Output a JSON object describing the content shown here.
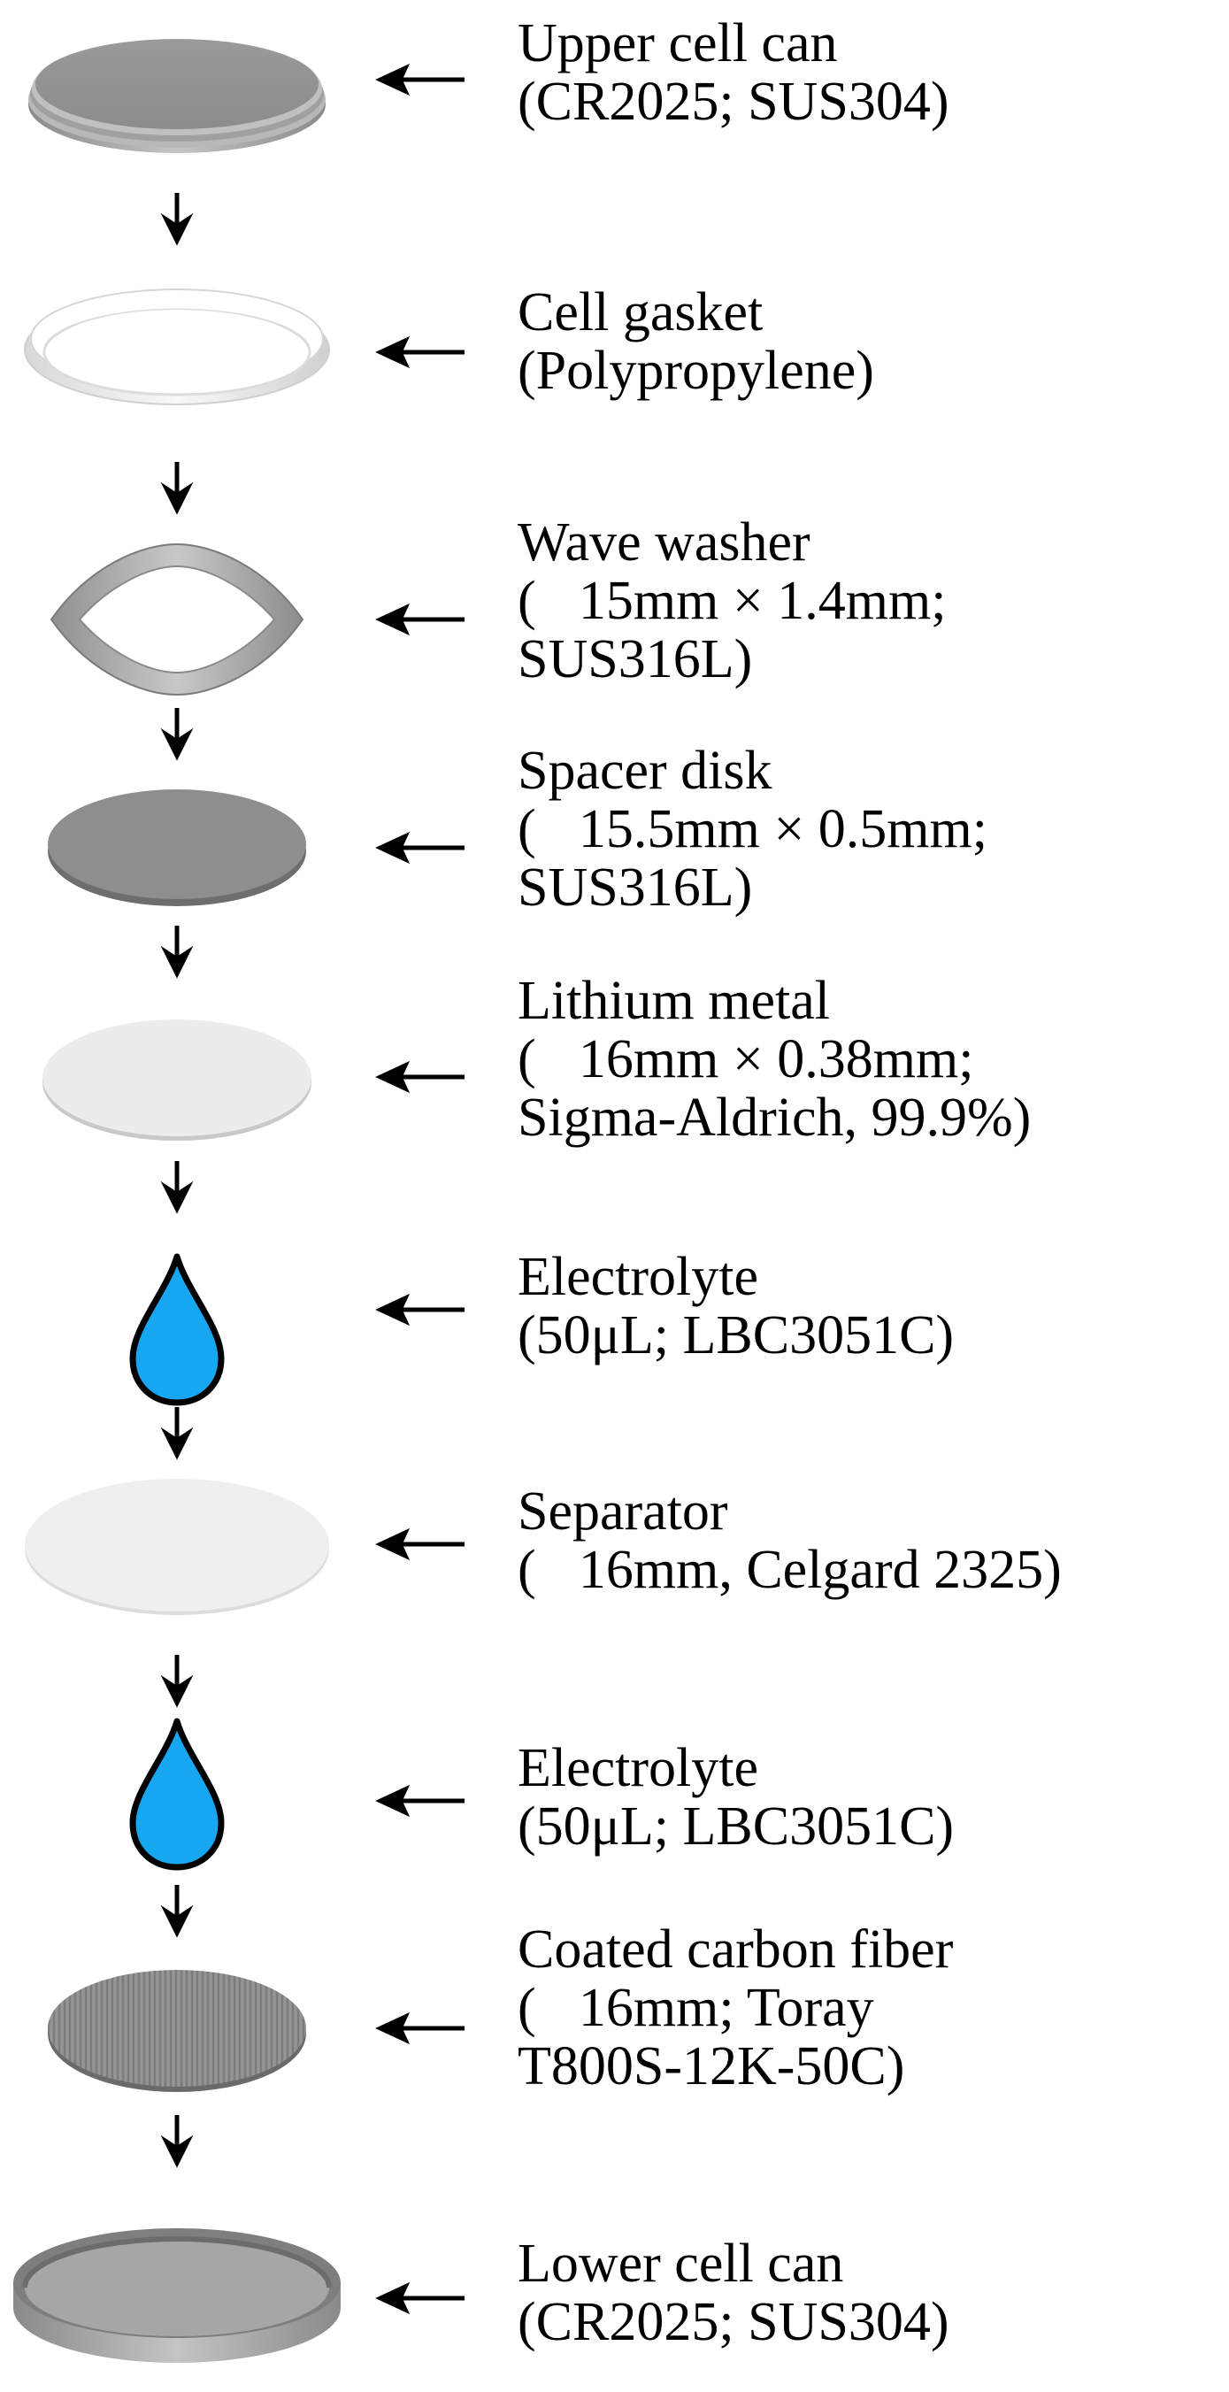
{
  "components": [
    {
      "id": "upper-cell-can",
      "icon": "cell-can-lid-icon",
      "lines": [
        "Upper cell can",
        "(CR2025; SUS304)"
      ]
    },
    {
      "id": "cell-gasket",
      "icon": "gasket-ring-icon",
      "lines": [
        "Cell gasket",
        "(Polypropylene)"
      ]
    },
    {
      "id": "wave-washer",
      "icon": "wave-washer-icon",
      "lines": [
        "Wave washer",
        "(⃠15mm × 1.4mm;",
        "SUS316L)"
      ]
    },
    {
      "id": "spacer-disk",
      "icon": "spacer-disk-icon",
      "lines": [
        "Spacer disk",
        "(⃠15.5mm × 0.5mm;",
        "SUS316L)"
      ]
    },
    {
      "id": "lithium-metal",
      "icon": "lithium-disk-icon",
      "lines": [
        "Lithium metal",
        "(⃠16mm × 0.38mm;",
        "Sigma-Aldrich, 99.9%)"
      ]
    },
    {
      "id": "electrolyte-1",
      "icon": "droplet-icon",
      "lines": [
        "Electrolyte",
        "(50μL; LBC3051C)"
      ]
    },
    {
      "id": "separator",
      "icon": "separator-disk-icon",
      "lines": [
        "Separator",
        "(⃠16mm, Celgard 2325)"
      ]
    },
    {
      "id": "electrolyte-2",
      "icon": "droplet-icon",
      "lines": [
        "Electrolyte",
        "(50μL; LBC3051C)"
      ]
    },
    {
      "id": "coated-carbon-fiber",
      "icon": "carbon-fiber-disk-icon",
      "lines": [
        "Coated carbon fiber",
        "(⃠16mm; Toray",
        "T800S-12K-50C)"
      ]
    },
    {
      "id": "lower-cell-can",
      "icon": "cell-can-base-icon",
      "lines": [
        "Lower cell can",
        "(CR2025; SUS304)"
      ]
    }
  ],
  "colors": {
    "electrolyte": "#17a6f0",
    "steel_dark": "#8a8a8a",
    "steel_mid": "#a8a8a8",
    "light_disk": "#ececec",
    "arrow": "#000000"
  }
}
